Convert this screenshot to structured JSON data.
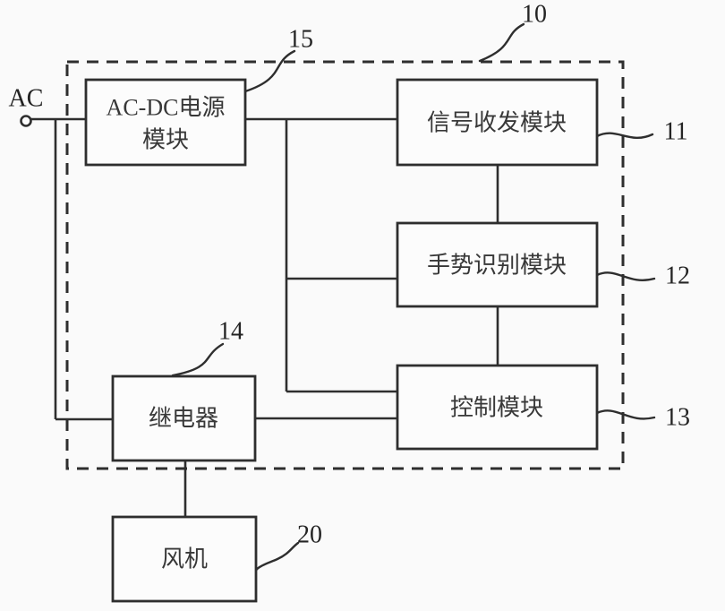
{
  "figure": {
    "colors": {
      "background": "#fafafa",
      "ink": "#2e2e2e"
    },
    "ac_terminal": {
      "label": "AC"
    },
    "boundary": {
      "ref": "10"
    },
    "blocks": {
      "acdc": {
        "line1": "AC-DC电源",
        "line2": "模块",
        "ref": "15"
      },
      "signal": {
        "label": "信号收发模块",
        "ref": "11"
      },
      "gesture": {
        "label": "手势识别模块",
        "ref": "12"
      },
      "control": {
        "label": "控制模块",
        "ref": "13"
      },
      "relay": {
        "label": "继电器",
        "ref": "14"
      },
      "fan": {
        "label": "风机",
        "ref": "20"
      }
    }
  }
}
